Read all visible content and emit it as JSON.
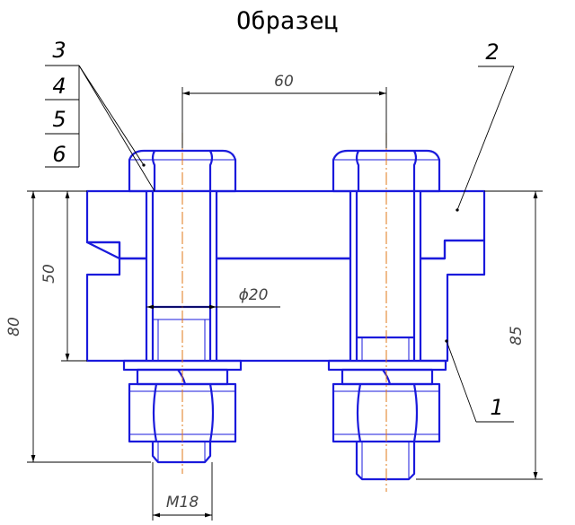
{
  "title": "Образец",
  "dimensions": {
    "bolt_spacing": "60",
    "total_height_left": "80",
    "plate_height": "50",
    "hole_diameter": "ϕ20",
    "thread": "M18",
    "total_height_right": "85"
  },
  "part_labels": {
    "left_stack": [
      "3",
      "4",
      "5",
      "6"
    ],
    "top_right": "2",
    "bottom_right": "1"
  },
  "colors": {
    "outline": "#1a1adc",
    "axis": "#e07818",
    "dimension": "#000000"
  }
}
